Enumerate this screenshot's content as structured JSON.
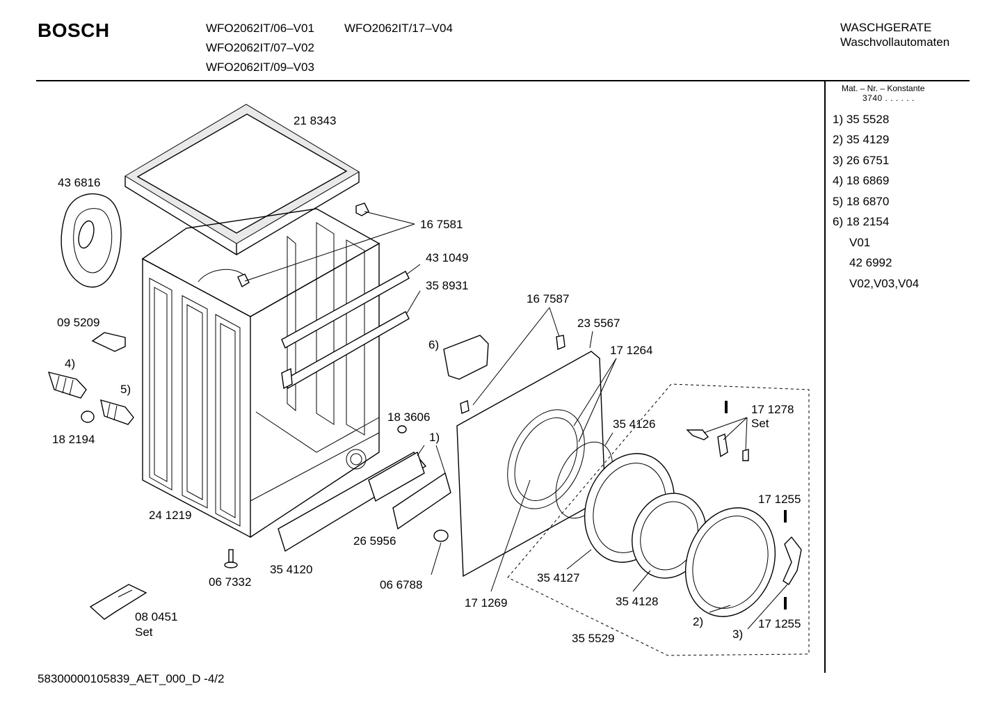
{
  "header": {
    "brand": "BOSCH",
    "models": [
      "WFO2062IT/06–V01",
      "WFO2062IT/07–V02",
      "WFO2062IT/09–V03",
      "WFO2062IT/17–V04"
    ],
    "category_line1": "WASCHGERATE",
    "category_line2": "Waschvollautomaten"
  },
  "side_panel": {
    "mat_header": "Mat. – Nr. – Konstante",
    "mat_value": "3740 .  .  .  .  .  .",
    "footnotes": [
      "1) 35 5528",
      "2) 35 4129",
      "3) 26 6751",
      "4) 18 6869",
      "5) 18 6870",
      "6) 18 2154",
      "V01",
      "42 6992",
      "V02,V03,V04"
    ]
  },
  "labels": {
    "p218343": "21 8343",
    "p436816": "43 6816",
    "p167581": "16 7581",
    "p431049": "43 1049",
    "p358931": "35 8931",
    "p167587": "16 7587",
    "p235567": "23 5567",
    "p171264": "17 1264",
    "p095209": "09 5209",
    "m4": "4)",
    "m5": "5)",
    "m6": "6)",
    "m1": "1)",
    "m2": "2)",
    "m3": "3)",
    "p182194": "18 2194",
    "p183606": "18 3606",
    "p171278": "17 1278",
    "set1": "Set",
    "p354126": "35 4126",
    "p171255a": "17 1255",
    "p241219": "24 1219",
    "p265956": "26 5956",
    "p354120": "35 4120",
    "p067332": "06 7332",
    "p066788": "06 6788",
    "p171269": "17 1269",
    "p354127": "35 4127",
    "p354128": "35 4128",
    "p171255b": "17 1255",
    "p355529": "35 5529",
    "p080451": "08 0451",
    "set2": "Set"
  },
  "footer": {
    "doc_code": "58300000105839_AET_000_D -4/2"
  }
}
